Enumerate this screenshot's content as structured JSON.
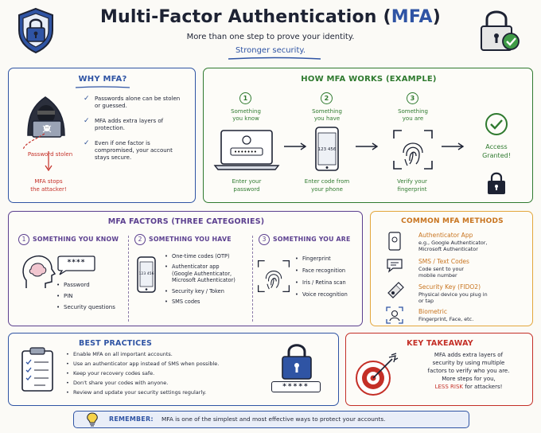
{
  "header": {
    "title_main": "Multi-Factor Authentication (",
    "title_accent": "MFA",
    "title_close": ")",
    "subtitle": "More than one step to prove your identity.",
    "tagline": "Stronger security."
  },
  "why": {
    "title": "WHY MFA?",
    "password_stolen": "Password stolen",
    "stops_line1": "MFA stops",
    "stops_line2": "the attacker!",
    "points": [
      {
        "l1": "Passwords alone can be stolen",
        "l2": "or guessed."
      },
      {
        "l1": "MFA adds extra layers of",
        "l2": "protection."
      },
      {
        "l1": "Even if one factor is",
        "l2": "compromised, your account",
        "l3": "stays secure."
      }
    ]
  },
  "how": {
    "title": "HOW MFA WORKS (EXAMPLE)",
    "steps": [
      {
        "num": "1",
        "top1": "Something",
        "top2": "you know",
        "bot1": "Enter your",
        "bot2": "password"
      },
      {
        "num": "2",
        "top1": "Something",
        "top2": "you have",
        "bot1": "Enter code from",
        "bot2": "your phone"
      },
      {
        "num": "3",
        "top1": "Something",
        "top2": "you are",
        "bot1": "Verify your",
        "bot2": "fingerprint"
      }
    ],
    "phone_code": "123 456",
    "result1": "Access",
    "result2": "Granted!"
  },
  "factors": {
    "title": "MFA FACTORS (THREE CATEGORIES)",
    "know": {
      "num": "1",
      "title": "SOMETHING YOU KNOW",
      "bubble": "****",
      "items": [
        "Password",
        "PIN",
        "Security questions"
      ]
    },
    "have": {
      "num": "2",
      "title": "SOMETHING YOU HAVE",
      "phone_code": "123 456",
      "items": [
        {
          "l1": "One-time codes (OTP)"
        },
        {
          "l1": "Authenticator app",
          "l2": "(Google Authenticator,",
          "l3": "Microsoft Authenticator)"
        },
        {
          "l1": "Security key / Token"
        },
        {
          "l1": "SMS codes"
        }
      ]
    },
    "are": {
      "num": "3",
      "title": "SOMETHING YOU ARE",
      "items": [
        "Fingerprint",
        "Face recognition",
        "Iris / Retina scan",
        "Voice recognition"
      ]
    }
  },
  "methods": {
    "title": "COMMON MFA METHODS",
    "items": [
      {
        "name": "Authenticator App",
        "d1": "e.g., Google Authenticator,",
        "d2": "Microsoft Authenticator"
      },
      {
        "name": "SMS / Text Codes",
        "d1": "Code sent to your",
        "d2": "mobile number"
      },
      {
        "name": "Security Key (FIDO2)",
        "d1": "Physical device you plug in",
        "d2": "or tap"
      },
      {
        "name": "Biometric",
        "d1": "Fingerprint, Face, etc.",
        "d2": ""
      }
    ]
  },
  "practices": {
    "title": "BEST PRACTICES",
    "items": [
      "Enable MFA on all important accounts.",
      "Use an authenticator app instead of SMS when possible.",
      "Keep your recovery codes safe.",
      "Don't share your codes with anyone.",
      "Review and update your security settings regularly."
    ],
    "lock_code": "*****"
  },
  "takeaway": {
    "title": "KEY TAKEAWAY",
    "l1": "MFA adds extra layers of",
    "l2": "security by using multiple",
    "l3": "factors to verify who you are.",
    "l4": "More steps for you,",
    "l5": "LESS RISK",
    "l5b": " for attackers!"
  },
  "remember": {
    "label": "REMEMBER:",
    "text": "MFA is one of the simplest and most effective ways to protect your accounts."
  },
  "colors": {
    "blue": "#2f54a4",
    "green": "#2f7a2f",
    "purple": "#5b3f8f",
    "orange": "#c8741f",
    "red": "#c42f27"
  }
}
